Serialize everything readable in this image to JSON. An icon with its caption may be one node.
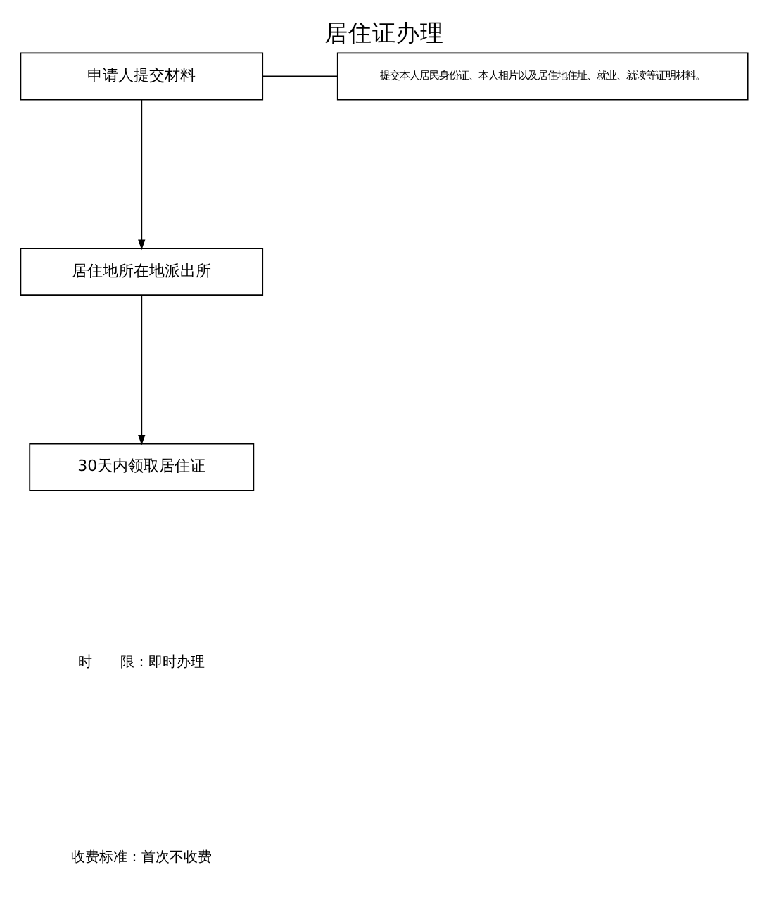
{
  "diagram": {
    "title": "居住证办理",
    "nodes": [
      {
        "text": [
          "申请人提交材料"
        ]
      },
      {
        "text": [
          "提交本人居民身份证、本人相片以及居住地住址、就业、就读等证明材料。"
        ]
      },
      {
        "text": [
          "居住地所在地派出所"
        ]
      },
      {
        "text": [
          "30天内领取居住证"
        ]
      }
    ],
    "edges": [
      {
        "from": 0,
        "to": 1,
        "arrow": "none"
      },
      {
        "from": 0,
        "to": 2,
        "arrow": "to"
      },
      {
        "from": 2,
        "to": 3,
        "arrow": "to"
      }
    ],
    "labels": [
      "时　　限：即时办理",
      "收费标准：首次不收费"
    ]
  }
}
